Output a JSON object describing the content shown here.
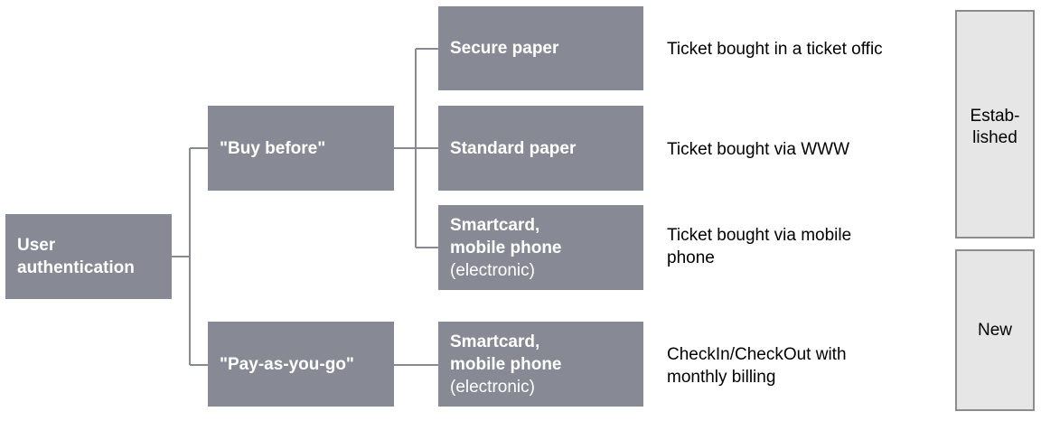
{
  "diagram": {
    "root": {
      "lines": [
        "User",
        "authentication"
      ]
    },
    "categories": [
      {
        "id": "buy-before",
        "label": "\"Buy before\""
      },
      {
        "id": "pay-as-you-go",
        "label": "\"Pay-as-you-go\""
      }
    ],
    "media": [
      {
        "id": "secure-paper",
        "bold_lines": [
          "Secure paper"
        ],
        "normal_lines": []
      },
      {
        "id": "standard-paper",
        "bold_lines": [
          "Standard paper"
        ],
        "normal_lines": []
      },
      {
        "id": "smartcard-buy",
        "bold_lines": [
          "Smartcard,",
          "mobile phone"
        ],
        "normal_lines": [
          "(electronic)"
        ]
      },
      {
        "id": "smartcard-payg",
        "bold_lines": [
          "Smartcard,",
          "mobile phone"
        ],
        "normal_lines": [
          "(electronic)"
        ]
      }
    ],
    "descriptions": [
      {
        "id": "desc-ticket-office",
        "lines": [
          "Ticket bought in a ticket offic"
        ]
      },
      {
        "id": "desc-www",
        "lines": [
          "Ticket bought via WWW"
        ]
      },
      {
        "id": "desc-mobile",
        "lines": [
          "Ticket bought via mobile",
          "phone"
        ]
      },
      {
        "id": "desc-checkin",
        "lines": [
          "CheckIn/CheckOut with",
          "monthly billing"
        ]
      }
    ],
    "status": [
      {
        "id": "established",
        "lines": [
          "Estab-",
          "lished"
        ]
      },
      {
        "id": "new",
        "lines": [
          "New"
        ]
      }
    ],
    "colors": {
      "node_fill": "#878a94",
      "line": "#878a94",
      "side_fill": "#e6e6e6",
      "side_border": "#8c8c8c"
    }
  }
}
